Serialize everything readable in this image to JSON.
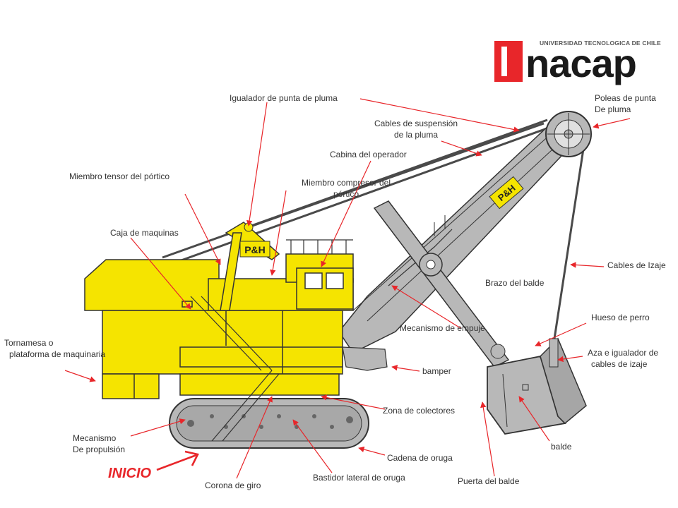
{
  "logo": {
    "university": "UNIVERSIDAD TECNOLOGICA DE CHILE",
    "word": "nacap",
    "brand_color": "#e8262a"
  },
  "machine": {
    "badge_text": "P&H",
    "body_color": "#f5e400",
    "boom_color": "#b8b8b8"
  },
  "labels": {
    "igualador_punta": "Igualador de punta de pluma",
    "poleas_punta_1": "Poleas de punta",
    "poleas_punta_2": "De pluma",
    "cables_suspension_1": "Cables de suspensión",
    "cables_suspension_2": "de la pluma",
    "cabina": "Cabina del operador",
    "miembro_tensor": "Miembro tensor del pórtico",
    "miembro_compresor_1": "Miembro compresor del",
    "miembro_compresor_2": "pórtico",
    "caja_maquinas": "Caja de maquinas",
    "cables_izaje": "Cables de Izaje",
    "brazo_balde": "Brazo del balde",
    "hueso_perro": "Hueso de perro",
    "mecanismo_empuje": "Mecanismo de empuje",
    "tornamesa_1": "Tornamesa  o",
    "tornamesa_2": "plataforma de maquinaria",
    "aza_1": "Aza e igualador de",
    "aza_2": "cables de izaje",
    "bamper": "bamper",
    "zona_colectores": "Zona de colectores",
    "mecanismo_propulsion_1": "Mecanismo",
    "mecanismo_propulsion_2": "De propulsión",
    "balde": "balde",
    "cadena_oruga": "Cadena de oruga",
    "bastidor": "Bastidor lateral de oruga",
    "puerta_balde": "Puerta del balde",
    "corona_giro": "Corona de giro"
  },
  "inicio": "INICIO"
}
